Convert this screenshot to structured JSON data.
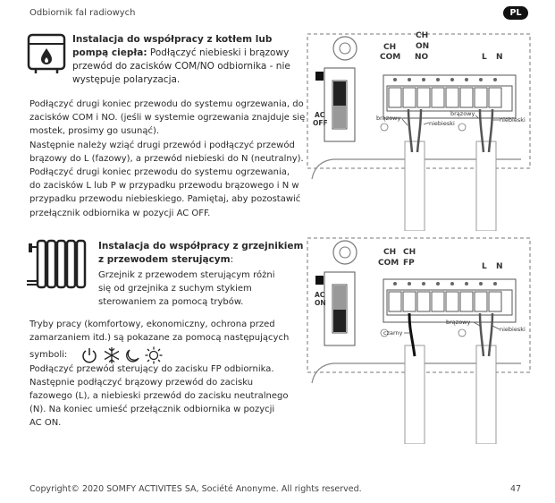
{
  "header": {
    "title": "Odbiornik fal radiowych",
    "lang": "PL"
  },
  "section1": {
    "heading_bold_1": "Instalacja do współpracy z kotłem lub",
    "heading_bold_2": "pompą ciepła:",
    "heading_rest_2": " Podłączyć niebieski i brązowy",
    "heading_line_3": "przewód do zacisków COM/NO odbiornika - nie",
    "heading_line_4": "występuje polaryzacja.",
    "lines": [
      "Podłączyć drugi koniec przewodu do systemu ogrzewania, do",
      "zacisków COM i NO. (jeśli w systemie ogrzewania znajduje się",
      "mostek, prosimy go usunąć).",
      "Następnie należy wziąć drugi przewód i podłączyć przewód",
      "brązowy do L (fazowy), a przewód niebieski do N (neutralny).",
      "Podłączyć drugi koniec przewodu do systemu ogrzewania,",
      "do zacisków L lub P w przypadku przewodu brązowego i N w",
      "przypadku przewodu niebieskiego. Pamiętaj, aby pozostawić",
      "przełącznik odbiornika w pozycji AC OFF."
    ]
  },
  "diagram1": {
    "ch_com_top": "CH",
    "ch_com_bottom": "COM",
    "ch_no_top": "CH",
    "ch_no_mid": "ON",
    "ch_no_bottom": "NO",
    "l": "L",
    "n": "N",
    "ac": "AC",
    "state": "OFF",
    "wire_brown_1": "brązowy",
    "wire_blue_1": "niebieski",
    "wire_brown_2": "brązowy",
    "wire_blue_2": "niebieski"
  },
  "section2": {
    "heading_bold_1": "Instalacja do współpracy z grzejnikiem",
    "heading_bold_2": "z przewodem sterującym",
    "heading_colon": ":",
    "indent_lines": [
      "Grzejnik z przewodem sterującym różni",
      "się od grzejnika z suchym stykiem",
      "sterowaniem za pomocą trybów."
    ],
    "lines": [
      "Tryby pracy (komfortowy, ekonomiczny, ochrona przed",
      "zamarzaniem itd.) są pokazane za pomocą następujących",
      "symboli:",
      "Podłączyć przewód sterujący do zacisku FP odbiornika.",
      "Następnie podłączyć brązowy przewód do zacisku",
      "fazowego (L), a niebieski przewód do zacisku neutralnego",
      "(N).  Na koniec umieść przełącznik odbiornika w pozycji",
      "AC ON."
    ]
  },
  "diagram2": {
    "ch_com_top": "CH",
    "ch_com_bottom": "COM",
    "ch_fp_top": "CH",
    "ch_fp_bottom": "FP",
    "l": "L",
    "n": "N",
    "ac": "AC",
    "state": "ON",
    "wire_black": "czarny",
    "wire_brown": "brązowy",
    "wire_blue": "niebieski"
  },
  "footer": {
    "copyright": "Copyright© 2020 SOMFY ACTIVITES SA, Société Anonyme. All rights reserved.",
    "page": "47"
  },
  "icons": [
    "boiler-icon",
    "radiator-icon",
    "power-icon",
    "snowflake-icon",
    "moon-icon",
    "sun-icon"
  ]
}
